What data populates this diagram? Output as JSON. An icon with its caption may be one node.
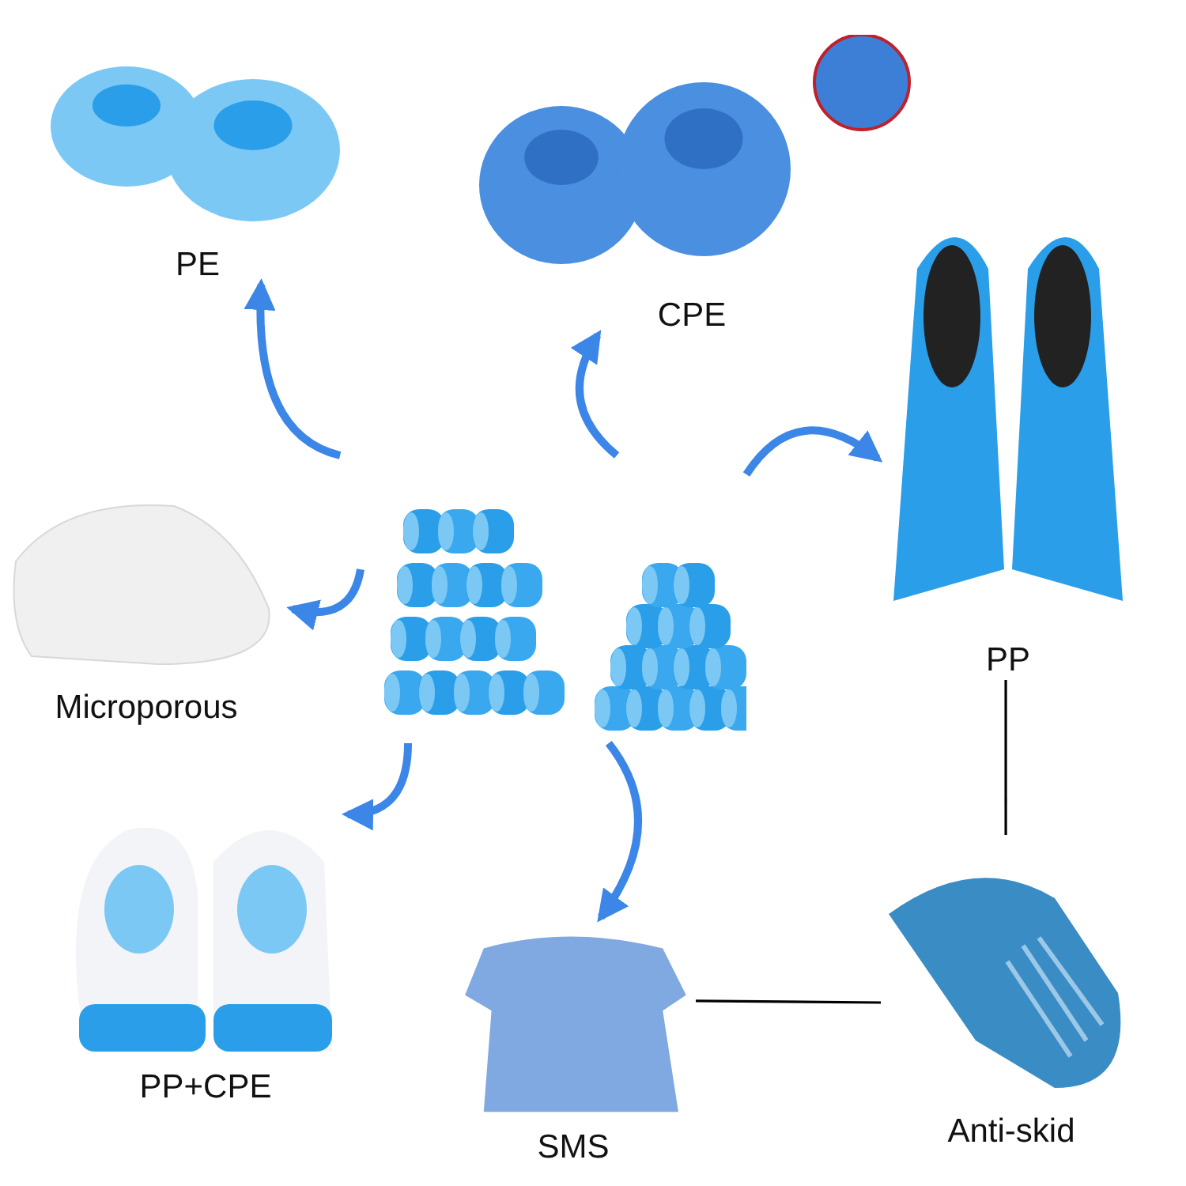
{
  "diagram": {
    "nodes": [
      {
        "text": [],
        "shape": "picture"
      },
      {
        "text": [
          "PE"
        ]
      },
      {
        "text": [
          "CPE"
        ]
      },
      {
        "text": [
          "PP"
        ]
      },
      {
        "text": [
          "Microporous"
        ]
      },
      {
        "text": [
          "PP+CPE"
        ]
      },
      {
        "text": [
          "SMS"
        ]
      },
      {
        "text": [
          "Anti-skid"
        ]
      }
    ],
    "edges": [
      {
        "from": 0,
        "to": 1,
        "arrow": "to"
      },
      {
        "from": 0,
        "to": 2,
        "arrow": "to"
      },
      {
        "from": 0,
        "to": 3,
        "arrow": "to"
      },
      {
        "from": 0,
        "to": 4,
        "arrow": "to"
      },
      {
        "from": 0,
        "to": 5,
        "arrow": "to"
      },
      {
        "from": 0,
        "to": 6,
        "arrow": "to"
      },
      {
        "from": 3,
        "to": 7,
        "arrow": "none",
        "color": "#000000"
      },
      {
        "from": 6,
        "to": 7,
        "arrow": "none",
        "color": "#000000"
      }
    ]
  }
}
